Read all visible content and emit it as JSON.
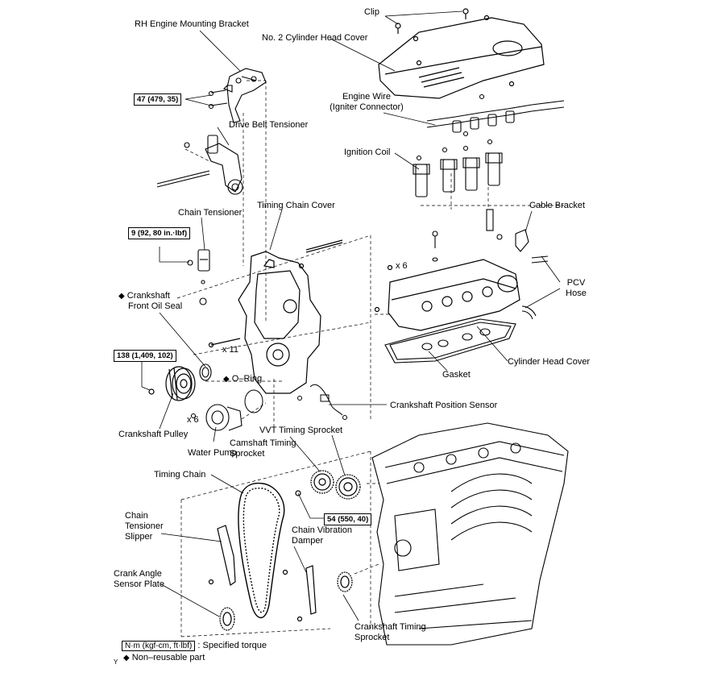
{
  "labels": {
    "rh_mount": "RH Engine Mounting Bracket",
    "clip": "Clip",
    "head_cover2": "No. 2 Cylinder Head Cover",
    "engine_wire_1": "Engine Wire",
    "engine_wire_2": "(Igniter Connector)",
    "belt_tensioner": "Drive Belt Tensioner",
    "ignition_coil": "Ignition Coil",
    "timing_cover": "Timing Chain Cover",
    "chain_tensioner": "Chain Tensioner",
    "cable_bracket": "Cable Bracket",
    "x6_top": "x 6",
    "pcv_1": "PCV",
    "pcv_2": "Hose",
    "seal_1": "Crankshaft",
    "seal_2": "Front Oil Seal",
    "x11": "x 11",
    "cyl_head_cover": "Cylinder Head Cover",
    "gasket": "Gasket",
    "oring": "O–Ring",
    "ckp_sensor": "Crankshaft Position Sensor",
    "x6_bottom": "x 6",
    "pulley": "Crankshaft Pulley",
    "vvt": "VVT Timing Sprocket",
    "cam_1": "Camshaft Timing",
    "cam_2": "Sprocket",
    "water_pump": "Water Pump",
    "timing_chain": "Timing Chain",
    "slipper_1": "Chain",
    "slipper_2": "Tensioner",
    "slipper_3": "Slipper",
    "damper_1": "Chain Vibration",
    "damper_2": "Damper",
    "cas_1": "Crank Angle",
    "cas_2": "Sensor Plate",
    "crank_sprocket_1": "Crankshaft Timing",
    "crank_sprocket_2": "Sprocket"
  },
  "torques": {
    "t47": "47 (479, 35)",
    "t9": "9 (92, 80 in.·lbf)",
    "t138": "138 (1,409, 102)",
    "t54": "54 (550, 40)"
  },
  "legend": {
    "torque_box": "N·m (kgf-cm, ft·lbf)",
    "torque_text": ": Specified torque",
    "nonreusable": "Non–reusable part",
    "diamond": "◆"
  },
  "figure_code": "Y"
}
